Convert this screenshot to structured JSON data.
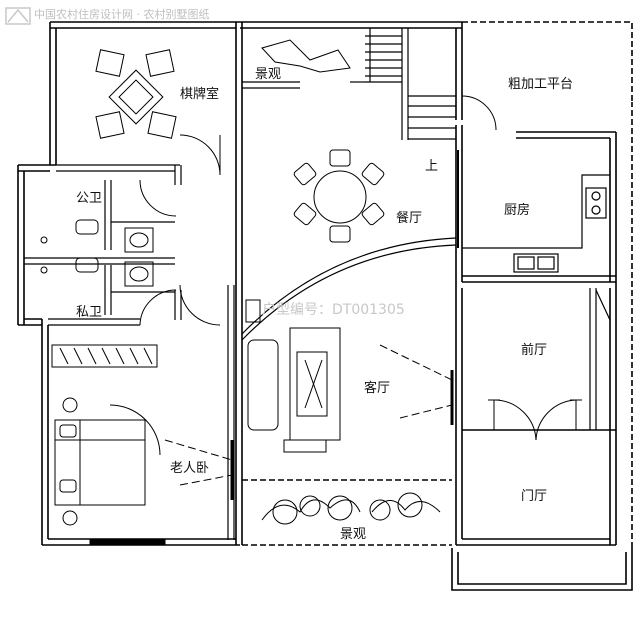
{
  "watermark": {
    "top_left": "中国农村住房设计网 · 农村别墅图纸",
    "center": "户型编号：DT001305"
  },
  "rooms": {
    "chess_room": "棋牌室",
    "landscape_top": "景观",
    "prep_platform": "粗加工平台",
    "public_wc": "公卫",
    "dining": "餐厅",
    "kitchen": "厨房",
    "up_mark": "上",
    "private_wc": "私卫",
    "front_hall": "前厅",
    "living": "客厅",
    "elder_bedroom": "老人卧",
    "entrance_hall": "门厅",
    "landscape_bottom": "景观"
  },
  "colors": {
    "line": "#000000",
    "watermark": "#bfbfbf"
  }
}
